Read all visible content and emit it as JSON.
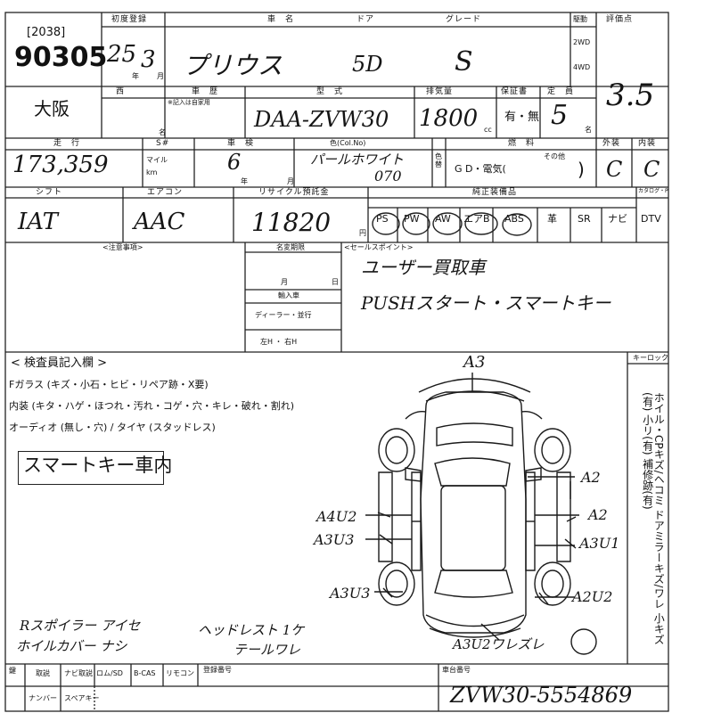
{
  "header": {
    "lot_prefix": "[2038]",
    "lot_number": "90305",
    "col_first_reg": "初度登録",
    "col_name": "車　名",
    "col_door": "ドア",
    "col_grade": "グレード",
    "col_drive": "駆動",
    "drive_2wd": "2WD",
    "drive_4wd": "4WD",
    "col_score": "評価点",
    "first_reg_year": "25",
    "year_unit": "年",
    "first_reg_month": "3",
    "month_unit": "月",
    "car_name": "プリウス",
    "door": "5D",
    "grade": "S"
  },
  "row2": {
    "region": "大阪",
    "col_west": "西",
    "col_model_year": "車　歴",
    "col_type": "型　式",
    "col_displacement": "排気量",
    "col_warranty": "保証書",
    "col_capacity": "定　員",
    "note_prev_use": "※記入は自家用",
    "prev_use_mark": "名",
    "model_type": "DAA-ZVW30",
    "displacement": "1800",
    "cc": "cc",
    "warranty_options": "有・無",
    "capacity": "5",
    "capacity_unit": "名",
    "score": "3.5"
  },
  "row3": {
    "col_mileage": "走　行",
    "col_mileage_mark": "S#",
    "col_inspection": "車　検",
    "col_color": "色(Col.No)",
    "col_fuel": "燃　料",
    "col_exterior": "外装",
    "col_interior": "内装",
    "mileage": "173,359",
    "mile_label": "マイル",
    "km_label": "km",
    "inspection": "6",
    "insp_year": "年",
    "insp_month": "月",
    "color_name": "パールホワイト",
    "color_code": "070",
    "color_note": "色替",
    "fuel_options": "G D・電気(",
    "fuel_other": "その他",
    "fuel_close": ")",
    "exterior_grade": "C",
    "interior_grade": "C"
  },
  "row4": {
    "col_shift": "シフト",
    "col_aircon": "エアコン",
    "col_recycle": "リサイクル預託金",
    "col_equipment": "純正装備品",
    "col_catalog": "カタログ・P",
    "shift": "IAT",
    "aircon": "AAC",
    "recycle": "11820",
    "yen": "円",
    "equipment": [
      "PS",
      "PW",
      "AW",
      "エアB",
      "ABS",
      "革",
      "SR",
      "ナビ",
      "DTV"
    ]
  },
  "notes": {
    "attention_label": "<注意事項>",
    "name_change_label": "名変期限",
    "month_label": "月",
    "day_label": "日",
    "import_label": "輸入車",
    "dealer_label": "ディーラー・並行",
    "steering_label": "左H ・ 右H",
    "sales_point_label": "<セールスポイント>",
    "sales_point_1": "ユーザー買取車",
    "sales_point_2": "PUSHスタート・スマートキー"
  },
  "inspection": {
    "section_title": "< 検査員記入欄 >",
    "glass_line": "Fガラス (キズ・小石・ヒビ・リペア跡・X要)",
    "interior_line": "内装 (キタ・ハゲ・ほつれ・汚れ・コゲ・穴・キレ・破れ・割れ)",
    "audio_line": "オーディオ (無し・穴) / タイヤ (スタッドレス)",
    "smart_key_note": "スマートキー車内",
    "key_lock_label": "キーロック",
    "vertical_text": "ホイル・CPキズ/ヘコミ ドアミラーキズ/ワレ 小キズ(有) 小リ(有) 補修跡(有)",
    "damage": {
      "top": "A3",
      "right_upper": "A2",
      "right_mid": "A2",
      "right_lower": "A3U1",
      "left_upper": "A4U2",
      "left_mid": "A3U3",
      "left_lower": "A3U3",
      "rear_right": "A2U2",
      "rear": "A3U2ワレズレ"
    },
    "bottom_note_1": "Rスポイラー アイセ",
    "bottom_note_2": "ホイルカバー ナシ",
    "bottom_note_3": "ヘッドレスト 1ケ",
    "bottom_note_4": "テールワレ"
  },
  "footer": {
    "col_key": "鍵",
    "col_manual": "取説",
    "col_navi": "ナビ取説",
    "col_rom": "ロム/SD",
    "col_bcas": "B-CAS",
    "col_remote": "リモコン",
    "col_reg_no": "登録番号",
    "col_number": "ナンバー",
    "col_spare": "スペアキー",
    "col_chassis": "車台番号",
    "chassis": "ZVW30-5554869"
  }
}
